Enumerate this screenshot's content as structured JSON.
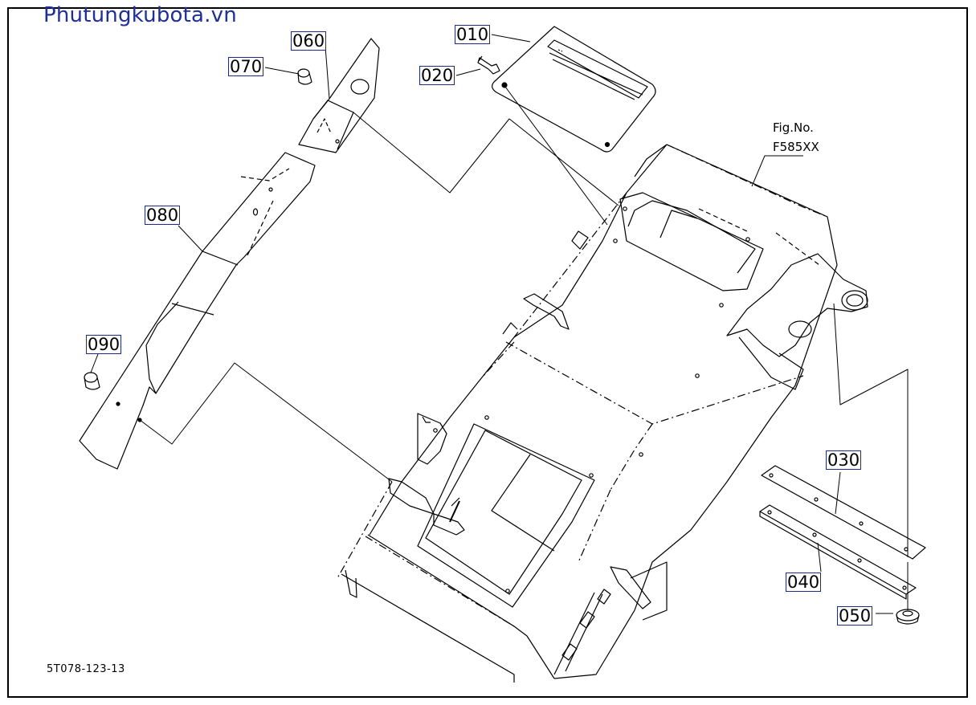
{
  "watermark": "Phutungkubota.vn",
  "figure": {
    "label": "Fig.No.",
    "number": "F585XX"
  },
  "drawing_code": "5T078-123-13",
  "colors": {
    "line": "#000000",
    "callout_border": "#1d2a8a",
    "watermark": "#1f2f9a"
  },
  "callouts": {
    "p010": "010",
    "p020": "020",
    "p030": "030",
    "p040": "040",
    "p050": "050",
    "p060": "060",
    "p070": "070",
    "p080": "080",
    "p090": "090"
  }
}
